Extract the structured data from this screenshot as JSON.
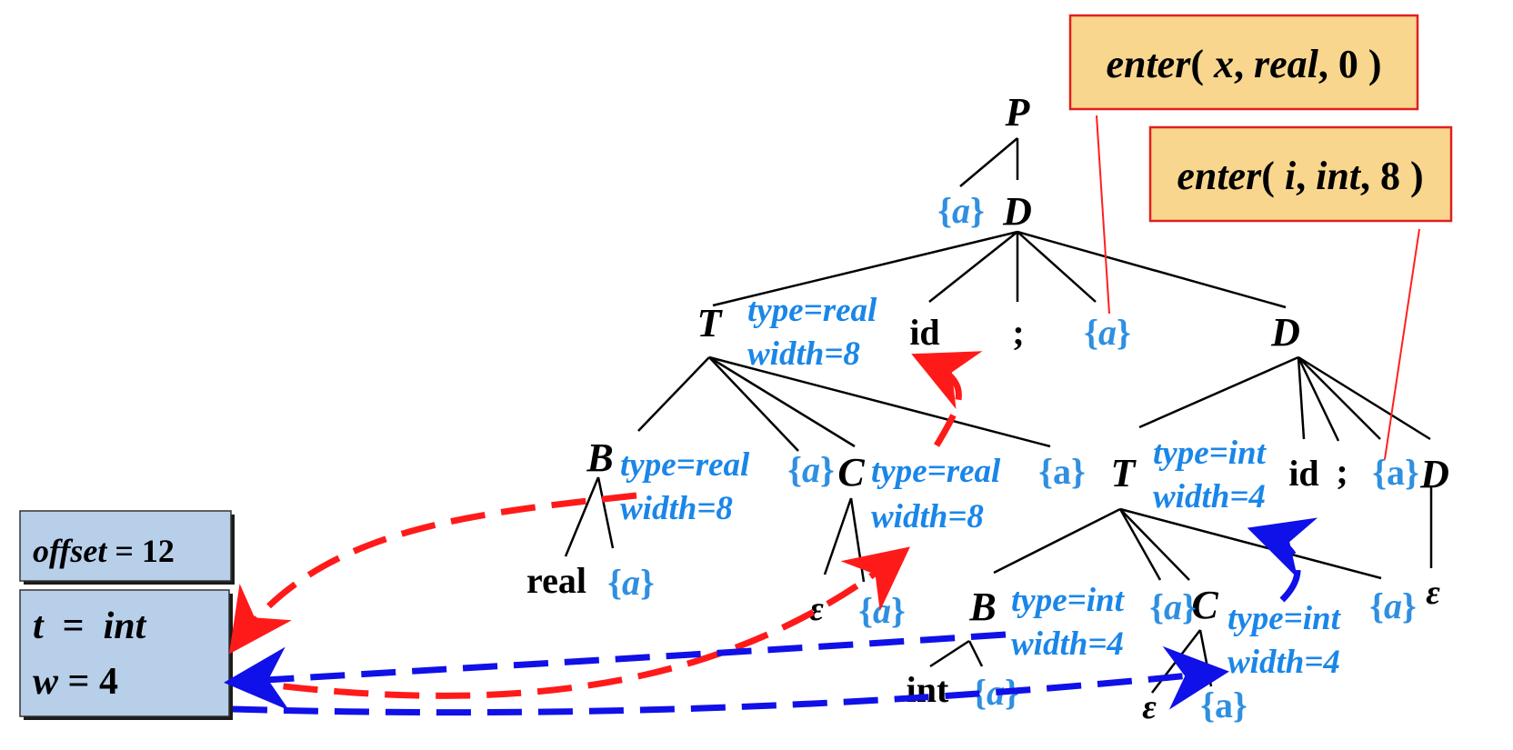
{
  "callouts": {
    "enter_x": {
      "func": "enter",
      "open": "( ",
      "arg1": "x",
      "sep1": ", ",
      "arg2": "real",
      "sep2": ", ",
      "arg3": "0",
      "close": " )"
    },
    "enter_i": {
      "func": "enter",
      "open": "( ",
      "arg1": "i",
      "sep1": ", ",
      "arg2": "int",
      "sep2": ", ",
      "arg3": "8",
      "close": " )"
    }
  },
  "nodes": {
    "P": "P",
    "D_root": "D",
    "T_left": "T",
    "id_left": "id",
    "semi_left": ";",
    "D_right": "D",
    "B_left": "B",
    "C_left": "C",
    "real": "real",
    "eps_c_left": "ε",
    "T_right": "T",
    "id_right": "id",
    "semi_right": ";",
    "D_inner": "D",
    "eps_d": "ε",
    "B_right": "B",
    "C_right": "C",
    "int": "int",
    "eps_c_right": "ε"
  },
  "action_label": {
    "open": "{",
    "a": "a",
    "close": "}"
  },
  "attributes": {
    "T_left": {
      "line1": "type=real",
      "line2": "width=8"
    },
    "B_left": {
      "line1": "type=real",
      "line2": "width=8"
    },
    "C_left": {
      "line1": "type=real",
      "line2": "width=8"
    },
    "T_right": {
      "line1": "type=int",
      "line2": "width=4"
    },
    "B_right": {
      "line1": "type=int",
      "line2": "width=4"
    },
    "C_right": {
      "line1": "type=int",
      "line2": "width=4"
    }
  },
  "state_boxes": {
    "offset": {
      "name": "offset",
      "eq": " = ",
      "value": "12"
    },
    "t": {
      "name": "t",
      "eq": "  =  ",
      "value": "int"
    },
    "w": {
      "name": "w",
      "eq": " = ",
      "value": "4"
    }
  },
  "colors": {
    "action": "#2f8fe0",
    "attribute": "#1a86e8",
    "red_arrow": "#ff1a1a",
    "blue_arrow": "#1010e8",
    "callout_fill": "#f8d68e",
    "callout_border": "#e02020",
    "state_fill": "#b8cfea"
  }
}
